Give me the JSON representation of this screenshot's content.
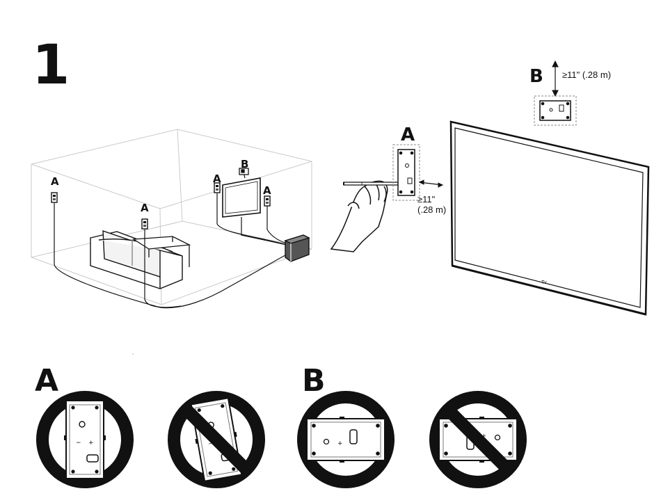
{
  "step": "1",
  "room": {
    "labels": {
      "left_sensor": "A",
      "mid_sensor": "A",
      "tv_left_sensor": "A",
      "tv_right_sensor": "A",
      "tv_top_sensor": "B"
    }
  },
  "wall_mount": {
    "label_a": "A",
    "label_b": "B",
    "distance_side_line1": "≥11\"",
    "distance_side_line2": "(.28 m)",
    "distance_top": "≥11\" (.28 m)",
    "tv_logo": "Tv"
  },
  "orientation_examples": {
    "label_a": "A",
    "label_b": "B"
  },
  "colors": {
    "ink": "#111111",
    "light_line": "#bdbdbd",
    "background": "#ffffff"
  }
}
